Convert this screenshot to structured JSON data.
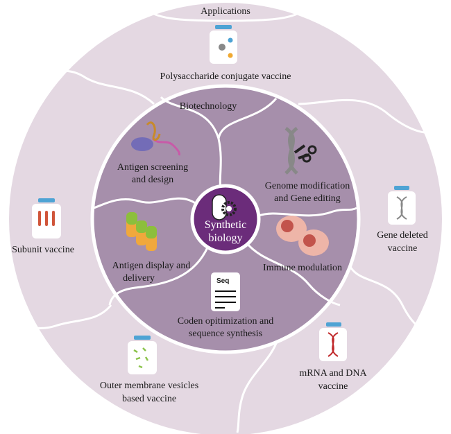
{
  "outer_title": "Applications",
  "inner_title": "Biotechnology",
  "center": {
    "line1": "Synthetic",
    "line2": "biology"
  },
  "applications": [
    {
      "lines": [
        "Polysaccharide conjugate vaccine"
      ],
      "icon": "molecule-vial-icon"
    },
    {
      "lines": [
        "Gene deleted",
        "vaccine"
      ],
      "icon": "dna-vial-icon"
    },
    {
      "lines": [
        "mRNA and DNA",
        "vaccine"
      ],
      "icon": "red-dna-vial-icon"
    },
    {
      "lines": [
        "Outer membrane vesicles",
        "based vaccine"
      ],
      "icon": "vesicles-vial-icon"
    },
    {
      "lines": [
        "Subunit vaccine"
      ],
      "icon": "bacteria-vial-icon"
    }
  ],
  "biotech": [
    {
      "lines": [
        "Antigen screening",
        "and design"
      ],
      "icon": "protein-structure-icon"
    },
    {
      "lines": [
        "Genome modification",
        "and Gene editing"
      ],
      "icon": "dna-scissors-icon"
    },
    {
      "lines": [
        "Immune modulation"
      ],
      "icon": "immune-cells-icon"
    },
    {
      "lines": [
        "Coden opitimization and",
        "sequence synthesis"
      ],
      "icon": "sequence-document-icon",
      "doc_label": "Seq"
    },
    {
      "lines": [
        "Antigen display and",
        "delivery"
      ],
      "icon": "antigen-blocks-icon"
    }
  ],
  "colors": {
    "outer": "#e4d8e2",
    "inner": "#a68fab",
    "center": "#6b2c7a",
    "divider": "#ffffff",
    "vial_cap": "#4ea3d4"
  }
}
